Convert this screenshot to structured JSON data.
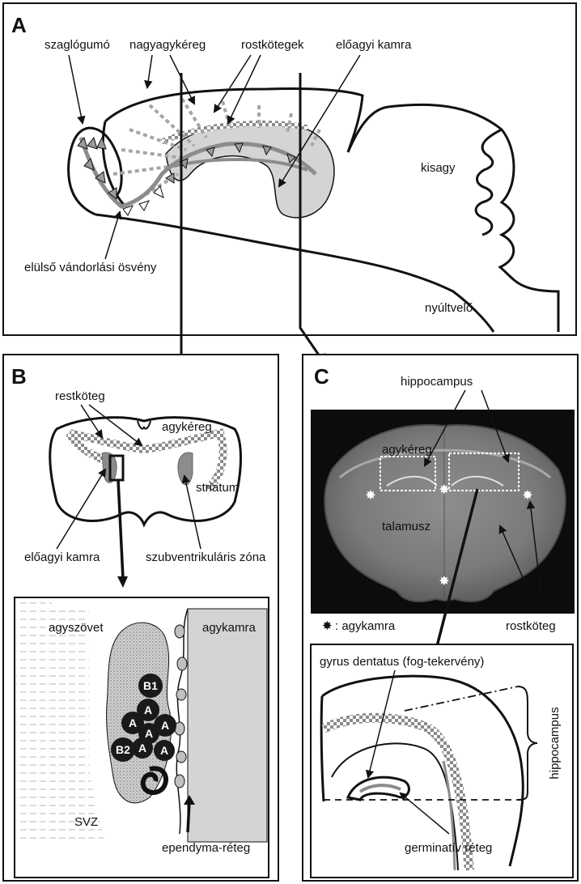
{
  "panels": {
    "a": {
      "letter": "A",
      "labels": {
        "olfactory_bulb": "szaglógumó",
        "cerebral_cortex": "nagyagykéreg",
        "fiber_bundles": "rostkötegek",
        "forebrain_ventricle": "előagyi kamra",
        "cerebellum": "kisagy",
        "rostral_migratory_stream": "elülső vándorlási ösvény",
        "medulla": "nyúltvelő"
      }
    },
    "b": {
      "letter": "B",
      "labels": {
        "fiber_bundle": "restköteg",
        "cortex": "agykéreg",
        "striatum": "striatum",
        "forebrain_ventricle": "előagyi kamra",
        "subventricular_zone": "szubventrikuláris zóna",
        "tissue": "agyszövet",
        "ventricle": "agykamra",
        "svz": "SVZ",
        "ependyma": "ependyma-réteg"
      },
      "cells": [
        "B1",
        "A",
        "A",
        "A",
        "A",
        "A",
        "A",
        "B2"
      ]
    },
    "c": {
      "letter": "C",
      "labels": {
        "hippocampus": "hippocampus",
        "cortex": "agykéreg",
        "thalamus": "talamusz",
        "ventricle_legend": ": agykamra",
        "fiber_bundle": "rostköteg",
        "dentate_gyrus": "gyrus dentatus (fog-tekervény)",
        "hippocampus_vertical": "hippocampus",
        "germinative_layer": "germinatív réteg"
      }
    }
  },
  "colors": {
    "outline": "#111111",
    "ventricle_fill": "#d4d4d4",
    "stream_gray": "#8c8c8c",
    "micrograph_bg": "#0c0c0c",
    "cell_dark": "#1a1a1a"
  }
}
